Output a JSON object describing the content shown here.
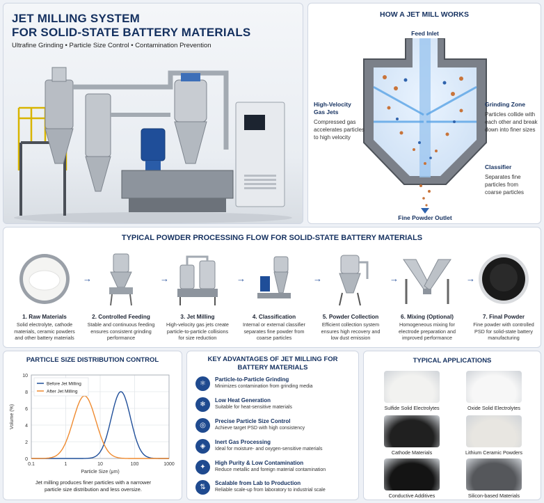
{
  "hero": {
    "title_line1": "JET MILLING SYSTEM",
    "title_line2": "FOR SOLID-STATE BATTERY MATERIALS",
    "subtitle": "Ultrafine Grinding • Particle Size Control • Contamination Prevention"
  },
  "how": {
    "title": "HOW A JET MILL WORKS",
    "feed_inlet": "Feed Inlet",
    "outlet": "Fine Powder Outlet",
    "jets_title_1": "High-Velocity",
    "jets_title_2": "Gas Jets",
    "jets_desc": [
      "Compressed gas",
      "accelerates particles",
      "to high velocity"
    ],
    "zone_title": "Grinding Zone",
    "zone_desc": [
      "Particles collide with",
      "each other and break",
      "down into finer sizes"
    ],
    "class_title": "Classifier",
    "class_desc": [
      "Separates fine",
      "particles from",
      "coarse particles"
    ]
  },
  "flow": {
    "title": "TYPICAL POWDER PROCESSING FLOW FOR SOLID-STATE BATTERY MATERIALS",
    "arrow": "→",
    "steps": [
      {
        "title": "1. Raw Materials",
        "desc": [
          "Solid electrolyte, cathode",
          "materials, ceramic powders",
          "and other battery materials"
        ]
      },
      {
        "title": "2. Controlled Feeding",
        "desc": [
          "Stable and continuous feeding",
          "ensures consistent grinding",
          "performance"
        ]
      },
      {
        "title": "3. Jet Milling",
        "desc": [
          "High-velocity gas jets create",
          "particle-to-particle collisions",
          "for size reduction"
        ]
      },
      {
        "title": "4. Classification",
        "desc": [
          "Internal or external classifier",
          "separates fine powder from",
          "coarse particles"
        ]
      },
      {
        "title": "5. Powder Collection",
        "desc": [
          "Efficient collection system",
          "ensures high recovery and",
          "low dust emission"
        ]
      },
      {
        "title": "6. Mixing (Optional)",
        "desc": [
          "Homogeneous mixing for",
          "electrode preparation and",
          "improved performance"
        ]
      },
      {
        "title": "7. Final Powder",
        "desc": [
          "Fine powder with controlled",
          "PSD for solid-state battery",
          "manufacturing"
        ]
      }
    ]
  },
  "psd": {
    "title": "PARTICLE SIZE DISTRIBUTION CONTROL",
    "note_line1": "Jet milling produces finer particles with a narrower",
    "note_line2": "particle size distribution and less oversize."
  },
  "chart_data": {
    "type": "line",
    "xlabel": "Particle Size (μm)",
    "ylabel": "Volume (%)",
    "xscale": "log",
    "xlim": [
      0.1,
      1000
    ],
    "ylim": [
      0,
      10
    ],
    "xticks": [
      "0.1",
      "1",
      "10",
      "100",
      "1000"
    ],
    "yticks": [
      "0",
      "2",
      "4",
      "6",
      "8",
      "10"
    ],
    "legend_placement": "top-left",
    "grid": true,
    "series": [
      {
        "name": "Before Jet Milling",
        "color": "#1f4e99",
        "peak_x": 40,
        "peak_y": 8,
        "log_sigma": 0.28
      },
      {
        "name": "After Jet Milling",
        "color": "#ef8a2f",
        "peak_x": 3.5,
        "peak_y": 7.5,
        "log_sigma": 0.33
      }
    ]
  },
  "advantages": {
    "title_line1": "KEY ADVANTAGES OF JET MILLING FOR",
    "title_line2": "BATTERY MATERIALS",
    "items": [
      {
        "title": "Particle-to-Particle Grinding",
        "desc": "Minimizes contamination from grinding media",
        "icon": "⚛"
      },
      {
        "title": "Low Heat Generation",
        "desc": "Suitable for heat-sensitive materials",
        "icon": "❄"
      },
      {
        "title": "Precise Particle Size Control",
        "desc": "Achieve target PSD with high consistency",
        "icon": "◎"
      },
      {
        "title": "Inert Gas Processing",
        "desc": "Ideal for moisture- and oxygen-sensitive materials",
        "icon": "◈"
      },
      {
        "title": "High Purity & Low Contamination",
        "desc": "Reduce metallic and foreign material contamination",
        "icon": "✦"
      },
      {
        "title": "Scalable from Lab to Production",
        "desc": "Reliable scale-up from laboratory to industrial scale",
        "icon": "⇅"
      }
    ]
  },
  "applications": {
    "title": "TYPICAL APPLICATIONS",
    "items": [
      {
        "label": "Sulfide Solid Electrolytes",
        "color": "#f2f2f0"
      },
      {
        "label": "Oxide Solid Electrolytes",
        "color": "#f7f7f7"
      },
      {
        "label": "Cathode Materials",
        "color": "#202020"
      },
      {
        "label": "Lithium Ceramic Powders",
        "color": "#e8e6e1"
      },
      {
        "label": "Conductive Additives",
        "color": "#141414"
      },
      {
        "label": "Silicon-based Materials",
        "color": "#55575b"
      }
    ]
  }
}
